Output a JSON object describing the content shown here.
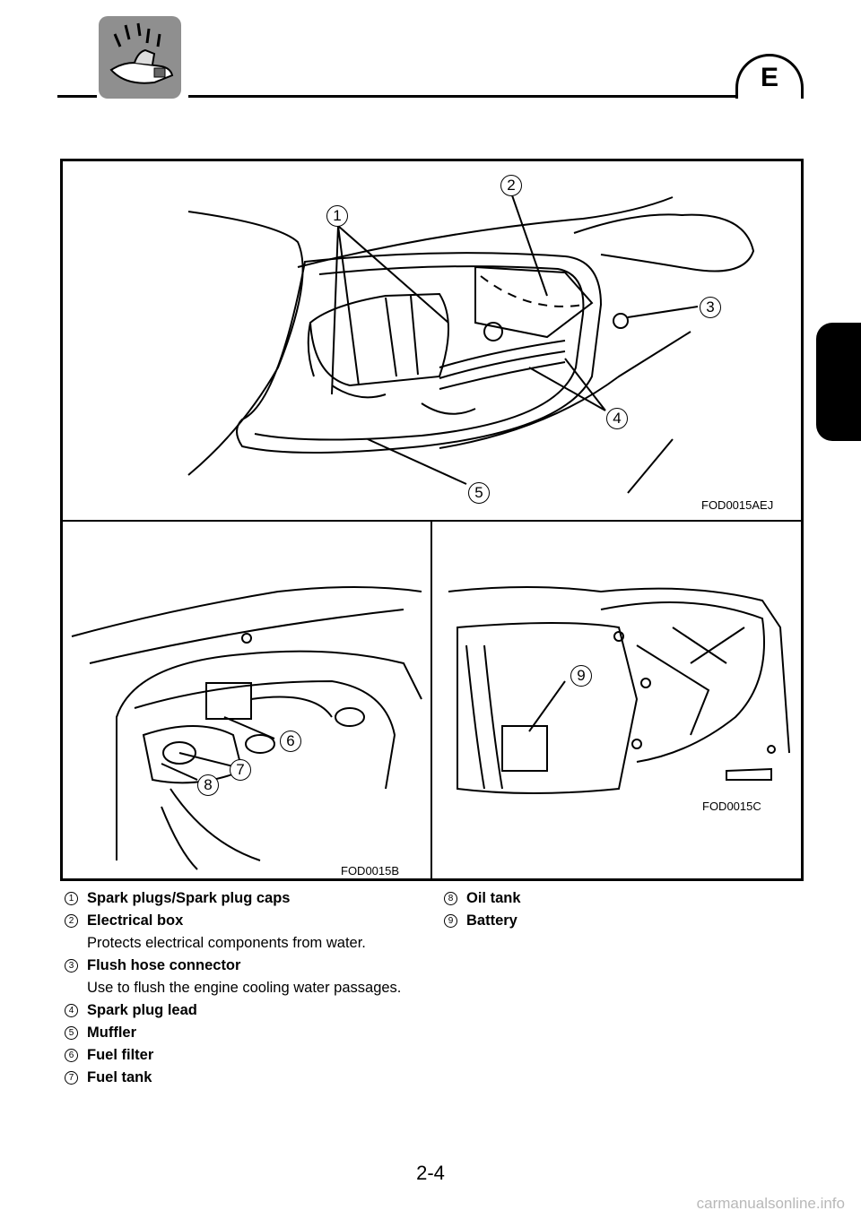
{
  "header": {
    "icon": "jet-ski-icon",
    "lang_badge": "E"
  },
  "figure": {
    "codes": {
      "top": "FOD0015AEJ",
      "bottom_left": "FOD0015B",
      "bottom_right": "FOD0015C"
    },
    "callouts": [
      "1",
      "2",
      "3",
      "4",
      "5",
      "6",
      "7",
      "8",
      "9"
    ]
  },
  "legend": {
    "col1": [
      {
        "num": "1",
        "label": "Spark plugs/Spark plug caps"
      },
      {
        "num": "2",
        "label": "Electrical box",
        "desc": "Protects electrical components from water."
      },
      {
        "num": "3",
        "label": "Flush hose connector",
        "desc": "Use to flush the engine cooling water passages."
      },
      {
        "num": "4",
        "label": "Spark plug lead"
      },
      {
        "num": "5",
        "label": "Muffler"
      },
      {
        "num": "6",
        "label": "Fuel filter"
      },
      {
        "num": "7",
        "label": "Fuel tank"
      }
    ],
    "col2": [
      {
        "num": "8",
        "label": "Oil tank"
      },
      {
        "num": "9",
        "label": "Battery"
      }
    ]
  },
  "page_number": "2-4",
  "watermark": "carmanualsonline.info"
}
